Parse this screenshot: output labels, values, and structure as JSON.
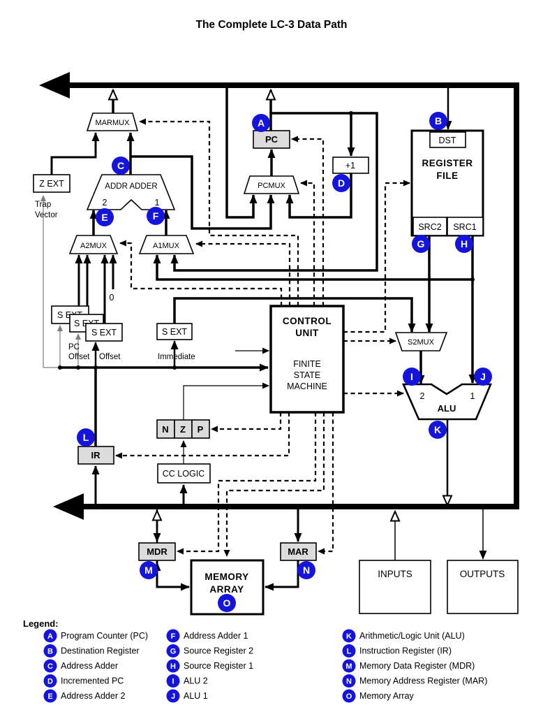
{
  "title": "The Complete LC-3 Data Path",
  "nodes": {
    "marmux": "MARMUX",
    "pcmux": "PCMUX",
    "a2mux": "A2MUX",
    "a1mux": "A1MUX",
    "s2mux": "S2MUX",
    "addr_adder": "ADDR ADDER",
    "alu": "ALU",
    "pc": "PC",
    "plus1": "+1",
    "zext": "Z EXT",
    "sext": "S EXT",
    "ir": "IR",
    "mdr": "MDR",
    "mar": "MAR",
    "dst": "DST",
    "src2": "SRC2",
    "src1": "SRC1",
    "n": "N",
    "z": "Z",
    "p": "P",
    "cc_logic": "CC LOGIC",
    "control_line1": "CONTROL",
    "control_line2": "UNIT",
    "fsm_line1": "FINITE",
    "fsm_line2": "STATE",
    "fsm_line3": "MACHINE",
    "regfile_line1": "REGISTER",
    "regfile_line2": "FILE",
    "memory_line1": "MEMORY",
    "memory_line2": "ARRAY",
    "inputs": "INPUTS",
    "outputs": "OUTPUTS",
    "port2": "2",
    "port1": "1",
    "zero": "0",
    "trap_line1": "Trap",
    "trap_line2": "Vector",
    "pcoffset_line1": "PC",
    "pcoffset_line2": "Offset",
    "offset": "Offset",
    "immediate": "Immediate"
  },
  "markers": {
    "a": "A",
    "b": "B",
    "c": "C",
    "d": "D",
    "e": "E",
    "f": "F",
    "g": "G",
    "h": "H",
    "i": "I",
    "j": "J",
    "k": "K",
    "l": "L",
    "m": "M",
    "n": "N",
    "o": "O"
  },
  "legend": {
    "heading": "Legend:",
    "items": [
      {
        "letter": "A",
        "label": "Program Counter (PC)"
      },
      {
        "letter": "B",
        "label": "Destination Register"
      },
      {
        "letter": "C",
        "label": "Address Adder"
      },
      {
        "letter": "D",
        "label": "Incremented PC"
      },
      {
        "letter": "E",
        "label": "Address Adder 2"
      },
      {
        "letter": "F",
        "label": "Address Adder 1"
      },
      {
        "letter": "G",
        "label": "Source Register 2"
      },
      {
        "letter": "H",
        "label": "Source Register 1"
      },
      {
        "letter": "I",
        "label": "ALU 2"
      },
      {
        "letter": "J",
        "label": "ALU 1"
      },
      {
        "letter": "K",
        "label": "Arithmetic/Logic Unit (ALU)"
      },
      {
        "letter": "L",
        "label": "Instruction Register (IR)"
      },
      {
        "letter": "M",
        "label": "Memory Data Register (MDR)"
      },
      {
        "letter": "N",
        "label": "Memory Address Register (MAR)"
      },
      {
        "letter": "O",
        "label": "Memory Array"
      }
    ]
  },
  "colors": {
    "accent": "#1414dd",
    "register_fill": "#dcdcdc",
    "line": "#000000"
  }
}
